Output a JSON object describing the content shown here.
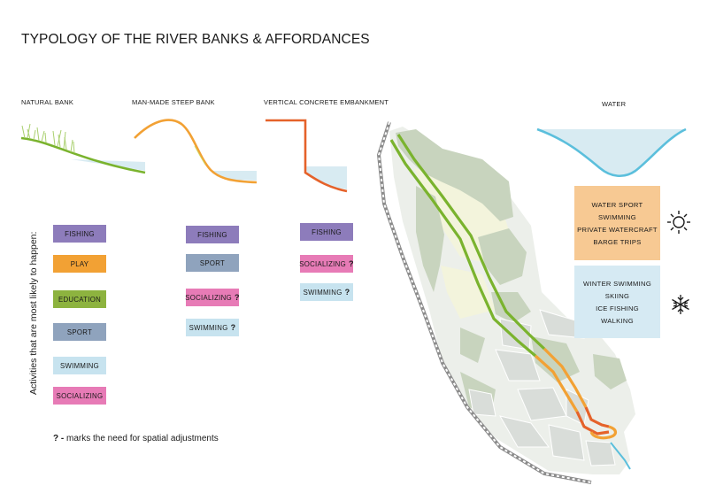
{
  "title": "TYPOLOGY OF THE RIVER BANKS & AFFORDANCES",
  "columns": {
    "natural": "NATURAL BANK",
    "manmade": "MAN-MADE STEEP BANK",
    "vertical": "VERTICAL CONCRETE EMBANKMENT",
    "water": "WATER"
  },
  "side_label": "Activities that are most likely to happen:",
  "natural_tags": [
    "FISHING",
    "PLAY",
    "EDUCATION",
    "SPORT",
    "SWIMMING",
    "SOCIALIZING"
  ],
  "manmade_tags": [
    "FISHING",
    "SPORT",
    "SOCIALIZING",
    "SWIMMING"
  ],
  "vertical_tags": [
    "FISHING",
    "SOCIALIZING",
    "SWIMMING"
  ],
  "question_mark": "?",
  "summer_activities": [
    "WATER SPORT",
    "SWIMMING",
    "PRIVATE WATERCRAFT",
    "BARGE TRIPS"
  ],
  "winter_activities": [
    "WINTER SWIMMING",
    "SKIING",
    "ICE FISHING",
    "WALKING"
  ],
  "note": {
    "mark": "? -",
    "text": " marks the need for spatial adjustments"
  },
  "icons": {
    "summer": "sun-icon",
    "winter": "snowflake-icon"
  },
  "colors": {
    "natural": "#7ab32e",
    "manmade": "#f2a134",
    "vertical": "#e5622a",
    "water": "#5bbfdc",
    "water_fill": "#d8ebf2"
  }
}
